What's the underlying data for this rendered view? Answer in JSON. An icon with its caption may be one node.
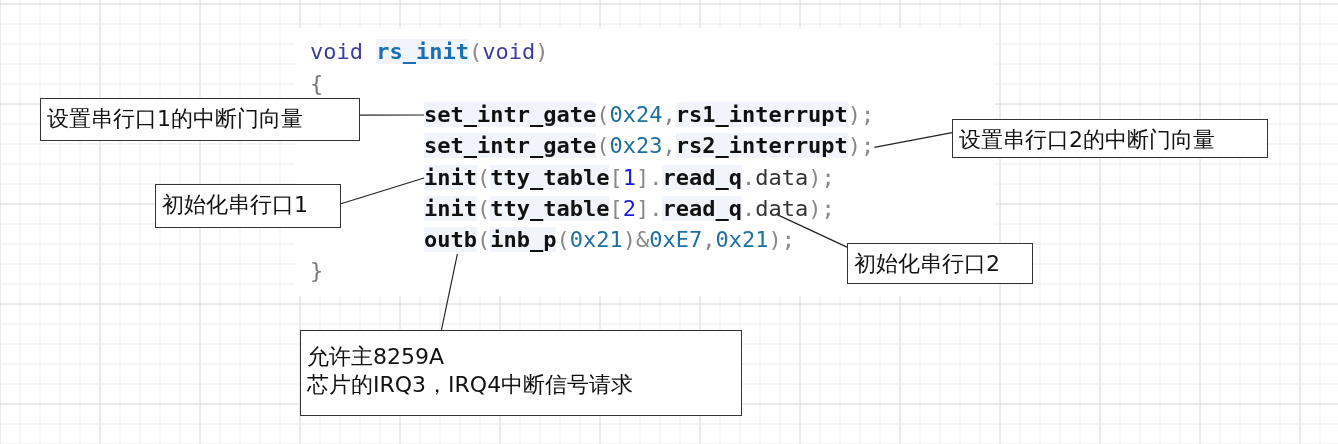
{
  "diagram": {
    "nodes": [
      {
        "text": [
          "void rs_init(void)"
        ]
      },
      {
        "text": [
          "{"
        ]
      },
      {
        "text": [
          "set_intr_gate(0x24,rs1_interrupt);"
        ]
      },
      {
        "text": [
          "set_intr_gate(0x23,rs2_interrupt);"
        ]
      },
      {
        "text": [
          "init(tty_table[1].read_q.data);"
        ]
      },
      {
        "text": [
          "init(tty_table[2].read_q.data);"
        ]
      },
      {
        "text": [
          "outb(inb_p(0x21)&0xE7,0x21);"
        ]
      },
      {
        "text": [
          "}"
        ]
      },
      {
        "text": [
          "设置串行口1的中断门向量"
        ]
      },
      {
        "text": [
          "设置串行口2的中断门向量"
        ]
      },
      {
        "text": [
          "初始化串行口1"
        ]
      },
      {
        "text": [
          "初始化串行口2"
        ]
      },
      {
        "text": [
          "允许主8259A芯片的IRQ3，IRQ4中断信号请求"
        ]
      }
    ],
    "edges": [
      {
        "from": 8,
        "to": 2,
        "arrow": "none"
      },
      {
        "from": 9,
        "to": 3,
        "arrow": "none"
      },
      {
        "from": 10,
        "to": 4,
        "arrow": "none"
      },
      {
        "from": 11,
        "to": 5,
        "arrow": "none"
      },
      {
        "from": 12,
        "to": 6,
        "arrow": "none"
      }
    ]
  }
}
